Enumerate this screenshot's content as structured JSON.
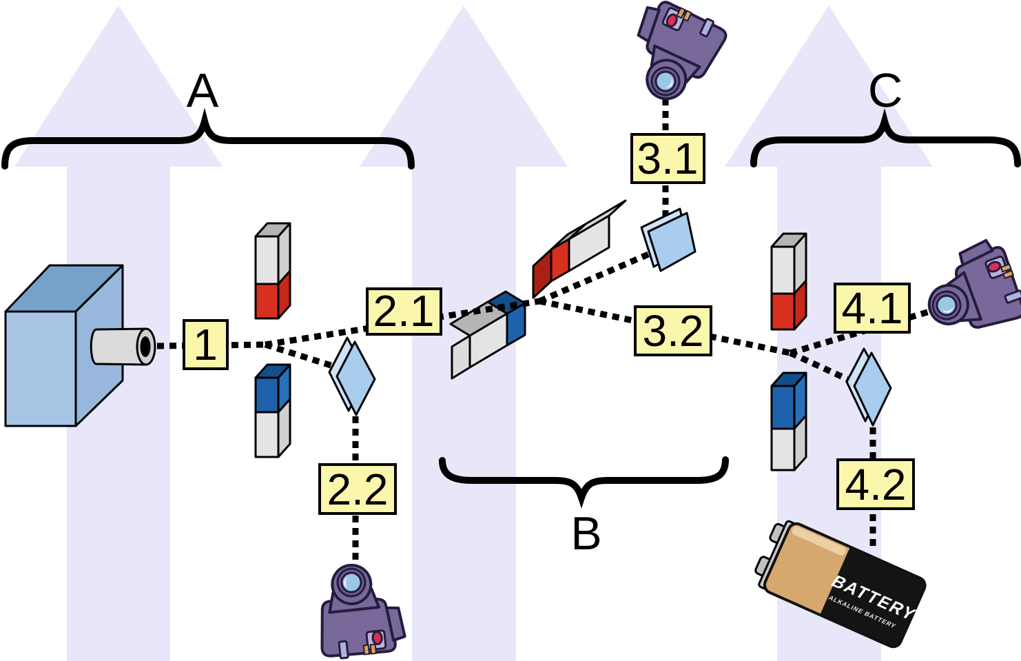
{
  "diagram": {
    "section_labels": {
      "a": "A",
      "b": "B",
      "c": "C"
    },
    "path_labels": {
      "p1": "1",
      "p21": "2.1",
      "p22": "2.2",
      "p31": "3.1",
      "p32": "3.2",
      "p41": "4.1",
      "p42": "4.2"
    },
    "battery": {
      "name": "BATTERY",
      "subtitle": "ALKALINE BATTERY"
    },
    "colors": {
      "arrow": "#E7E7F9",
      "label_bg": "#FAF6AC",
      "beam": "#000000",
      "magnet_red": "#D8301F",
      "magnet_red_side": "#C6281A",
      "magnet_red_dark": "#A82114",
      "magnet_blue": "#1E62AB",
      "magnet_blue_side": "#2671B8",
      "magnet_blue_dark": "#124E88",
      "magnet_white": "#E4E4E4",
      "magnet_white_side": "#D0D0D0",
      "magnet_gray_top": "#B5B5B5",
      "plate": "#A9CDEE",
      "plate_edge": "#CFE2F6",
      "source_front": "#A8C5E6",
      "source_top": "#76A1CB",
      "source_side": "#97B8DC",
      "nozzle": "#DBDBDB",
      "camera_body": "#79689A",
      "camera_lens": "#9CC6E6",
      "camera_button": "#D92F56",
      "camera_tan": "#D9A851",
      "camera_slot": "#ACB4DE",
      "battery_tan": "#D6A86E",
      "battery_black": "#141414",
      "battery_terminal": "#C2C2C2"
    }
  }
}
